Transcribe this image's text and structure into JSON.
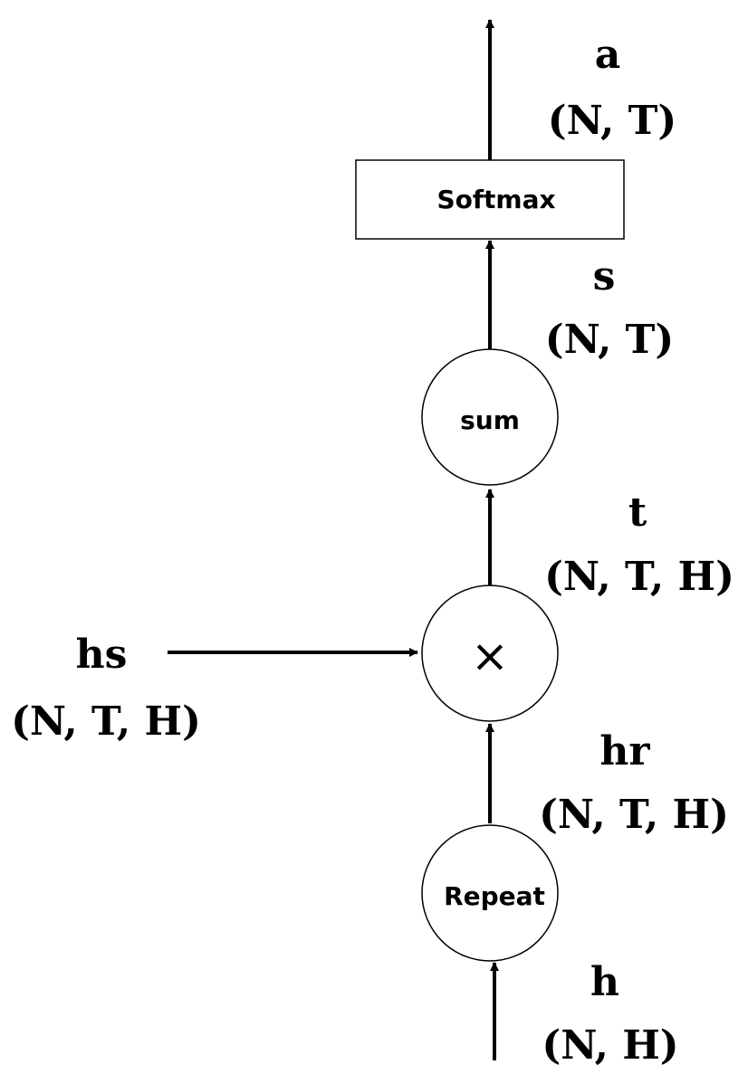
{
  "nodes": {
    "softmax": {
      "label": "Softmax"
    },
    "sum": {
      "label": "sum"
    },
    "multiply": {
      "label": "×"
    },
    "repeat": {
      "label": "Repeat"
    }
  },
  "variables": {
    "a": {
      "name": "a",
      "shape": "(N, T)"
    },
    "s": {
      "name": "s",
      "shape": "(N, T)"
    },
    "t": {
      "name": "t",
      "shape": "(N, T, H)"
    },
    "hs": {
      "name": "hs",
      "shape": "(N, T, H)"
    },
    "hr": {
      "name": "hr",
      "shape": "(N, T, H)"
    },
    "h": {
      "name": "h",
      "shape": "(N, H)"
    }
  }
}
